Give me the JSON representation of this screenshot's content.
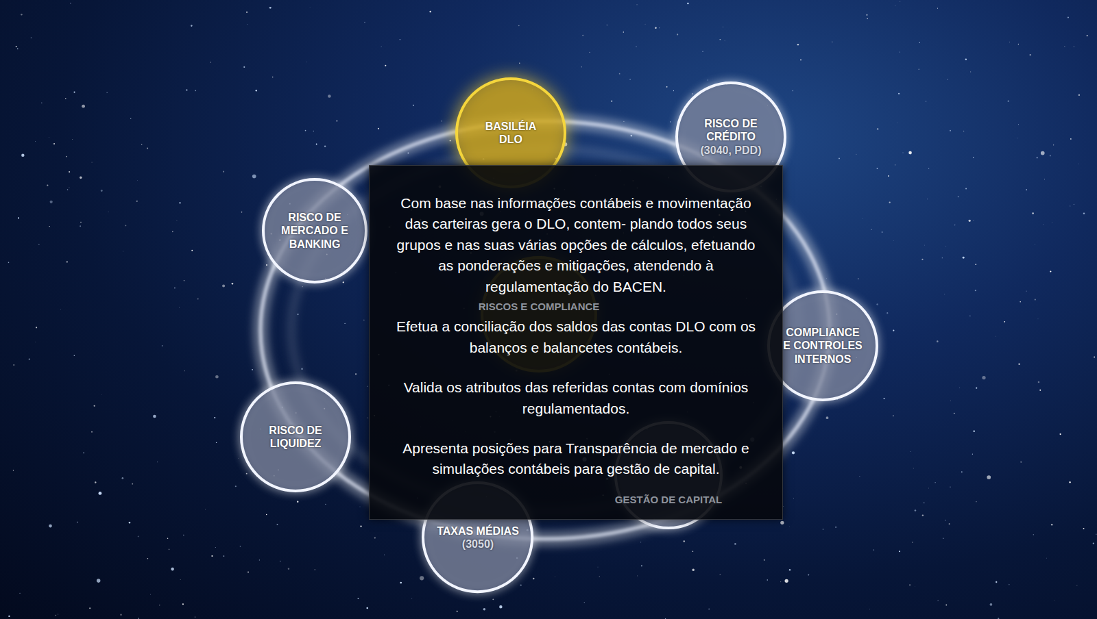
{
  "diagram": {
    "nodes": [
      {
        "text": [
          "BASILÉIA DLO"
        ]
      },
      {
        "text": [
          "RISCO DE CRÉDITO",
          "(3040, PDD)"
        ]
      },
      {
        "text": [
          "COMPLIANCE E CONTROLES INTERNOS"
        ]
      },
      {
        "text": [
          "GESTÃO DE CAPITAL"
        ]
      },
      {
        "text": [
          "TAXAS MÉDIAS",
          "(3050)"
        ]
      },
      {
        "text": [
          "RISCO DE LIQUIDEZ"
        ]
      },
      {
        "text": [
          "RISCO DE MERCADO E BANKING"
        ]
      },
      {
        "text": [
          "RISCOS E COMPLIANCE"
        ]
      },
      {
        "text": [
          "Com base nas informações contábeis e movimentação das carteiras gera o DLO, contem- plando todos seus grupos e nas suas várias opções de cálculos, efetuando as ponderações e mitigações, atendendo à regulamentação do BACEN.",
          "Efetua a conciliação dos saldos das contas DLO com os balanços e balancetes contábeis.",
          "Valida os atributos das referidas contas com domínios regulamentados.",
          "Apresenta posições para Transparência de mercado e simulações contábeis para gestão de capital."
        ]
      }
    ]
  }
}
